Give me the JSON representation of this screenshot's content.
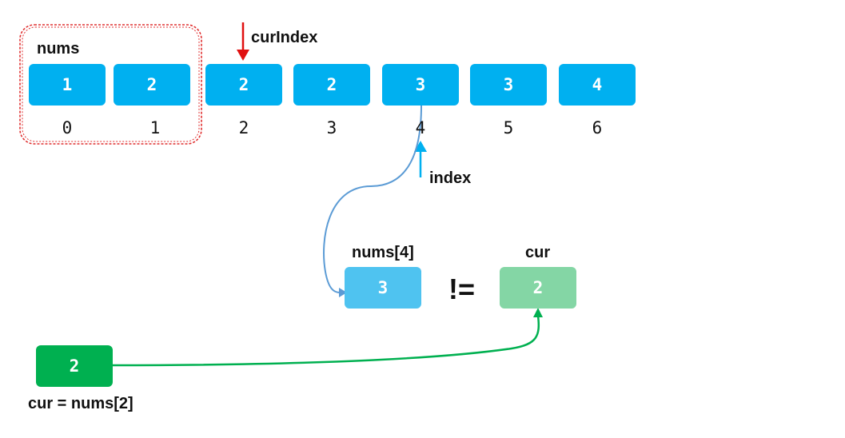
{
  "array": {
    "label": "nums",
    "values": [
      "1",
      "2",
      "2",
      "2",
      "3",
      "3",
      "4"
    ],
    "indices": [
      "0",
      "1",
      "2",
      "3",
      "4",
      "5",
      "6"
    ]
  },
  "pointers": {
    "cur_index_label": "curIndex",
    "index_label": "index"
  },
  "comparison": {
    "left_label": "nums[4]",
    "left_value": "3",
    "operator": "!=",
    "right_label": "cur",
    "right_value": "2"
  },
  "cur_box": {
    "value": "2",
    "caption": "cur = nums[2]"
  },
  "colors": {
    "cell": "#00b0f0",
    "left_box": "#4fc3f0",
    "right_box": "#84d6a5",
    "cur_box": "#00b050",
    "cur_index_arrow": "#e01010",
    "index_arrow": "#00b0f0",
    "curve_blue": "#5b9bd5",
    "curve_green": "#00b050",
    "dashed_border": "#e03030"
  }
}
